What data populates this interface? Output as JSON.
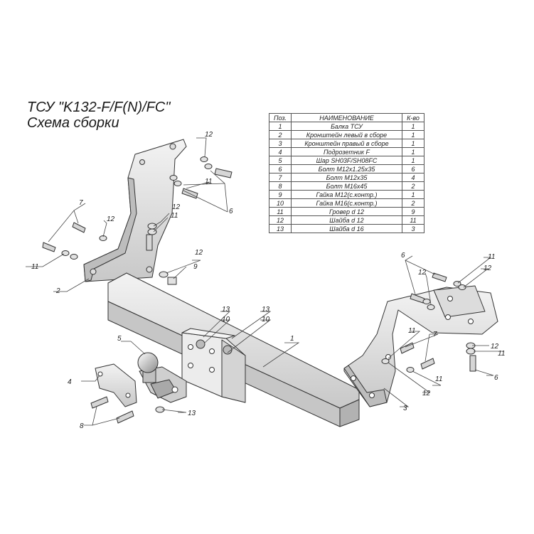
{
  "title": {
    "line1": "ТСУ \"K132-F/F(N)/FC\"",
    "line2": "Схема сборки"
  },
  "parts_table": {
    "headers": {
      "pos": "Поз.",
      "name": "НАИМЕНОВАНИЕ",
      "qty": "К-во"
    },
    "rows": [
      {
        "pos": "1",
        "name": "Балка ТСУ",
        "qty": "1"
      },
      {
        "pos": "2",
        "name": "Кронштейн левый в сборе",
        "qty": "1"
      },
      {
        "pos": "3",
        "name": "Кронштейн правый в сборе",
        "qty": "1"
      },
      {
        "pos": "4",
        "name": "Подрозетник F",
        "qty": "1"
      },
      {
        "pos": "5",
        "name": "Шар SH03F/SH08FC",
        "qty": "1"
      },
      {
        "pos": "6",
        "name": "Болт М12х1.25х35",
        "qty": "6"
      },
      {
        "pos": "7",
        "name": "Болт М12х35",
        "qty": "4"
      },
      {
        "pos": "8",
        "name": "Болт М16х45",
        "qty": "2"
      },
      {
        "pos": "9",
        "name": "Гайка М12(с.контр.)",
        "qty": "1"
      },
      {
        "pos": "10",
        "name": "Гайка  М16(с.контр.)",
        "qty": "2"
      },
      {
        "pos": "11",
        "name": "Гровер d 12",
        "qty": "9"
      },
      {
        "pos": "12",
        "name": "Шайба d 12",
        "qty": "11"
      },
      {
        "pos": "13",
        "name": "Шайба d 16",
        "qty": "3"
      }
    ]
  },
  "callouts": {
    "c1": "1",
    "c2": "2",
    "c3": "3",
    "c4": "4",
    "c5": "5",
    "c6a": "6",
    "c6b": "6",
    "c6c": "6",
    "c7a": "7",
    "c7b": "7",
    "c8": "8",
    "c9": "9",
    "c10a": "10",
    "c10b": "10",
    "c11a": "11",
    "c11b": "11",
    "c11c": "11",
    "c11d": "11",
    "c11e": "11",
    "c11f": "11",
    "c11g": "11",
    "c12a": "12",
    "c12b": "12",
    "c12c": "12",
    "c12d": "12",
    "c12e": "12",
    "c12f": "12",
    "c12g": "12",
    "c12h": "12",
    "c13a": "13",
    "c13b": "13",
    "c13c": "13"
  },
  "colors": {
    "steel_light": "#e9e9e9",
    "steel_mid": "#cfcfcf",
    "steel_dark": "#a9a9a9",
    "outline": "#333333"
  }
}
